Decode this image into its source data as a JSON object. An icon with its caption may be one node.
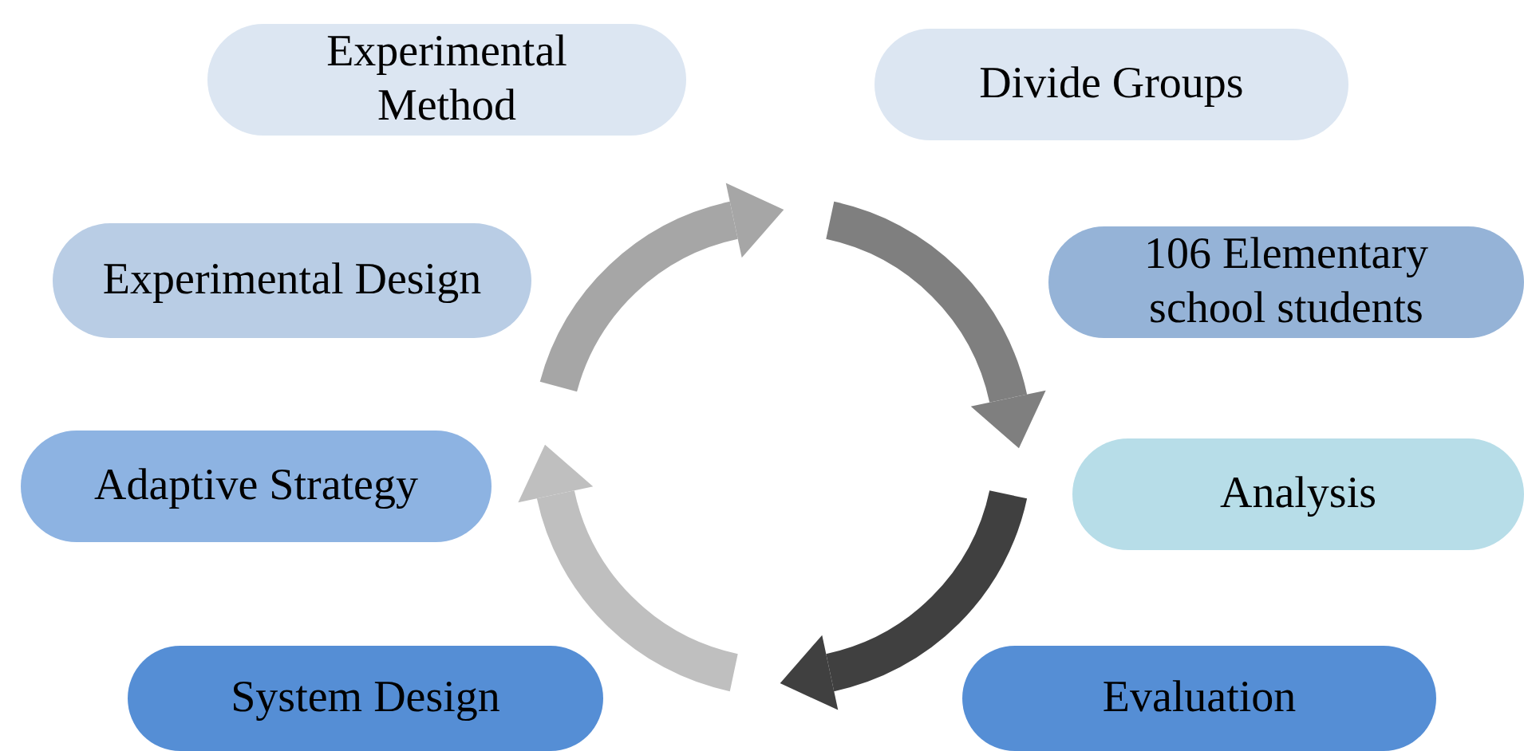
{
  "diagram": {
    "nodes": [
      {
        "text": [
          "Experimental Method"
        ]
      },
      {
        "text": [
          "Divide Groups"
        ]
      },
      {
        "text": [
          "Experimental Design"
        ]
      },
      {
        "text": [
          "106 Elementary school students"
        ]
      },
      {
        "text": [
          "Adaptive Strategy"
        ]
      },
      {
        "text": [
          "Analysis"
        ]
      },
      {
        "text": [
          "System Design"
        ]
      },
      {
        "text": [
          "Evaluation"
        ]
      }
    ]
  }
}
